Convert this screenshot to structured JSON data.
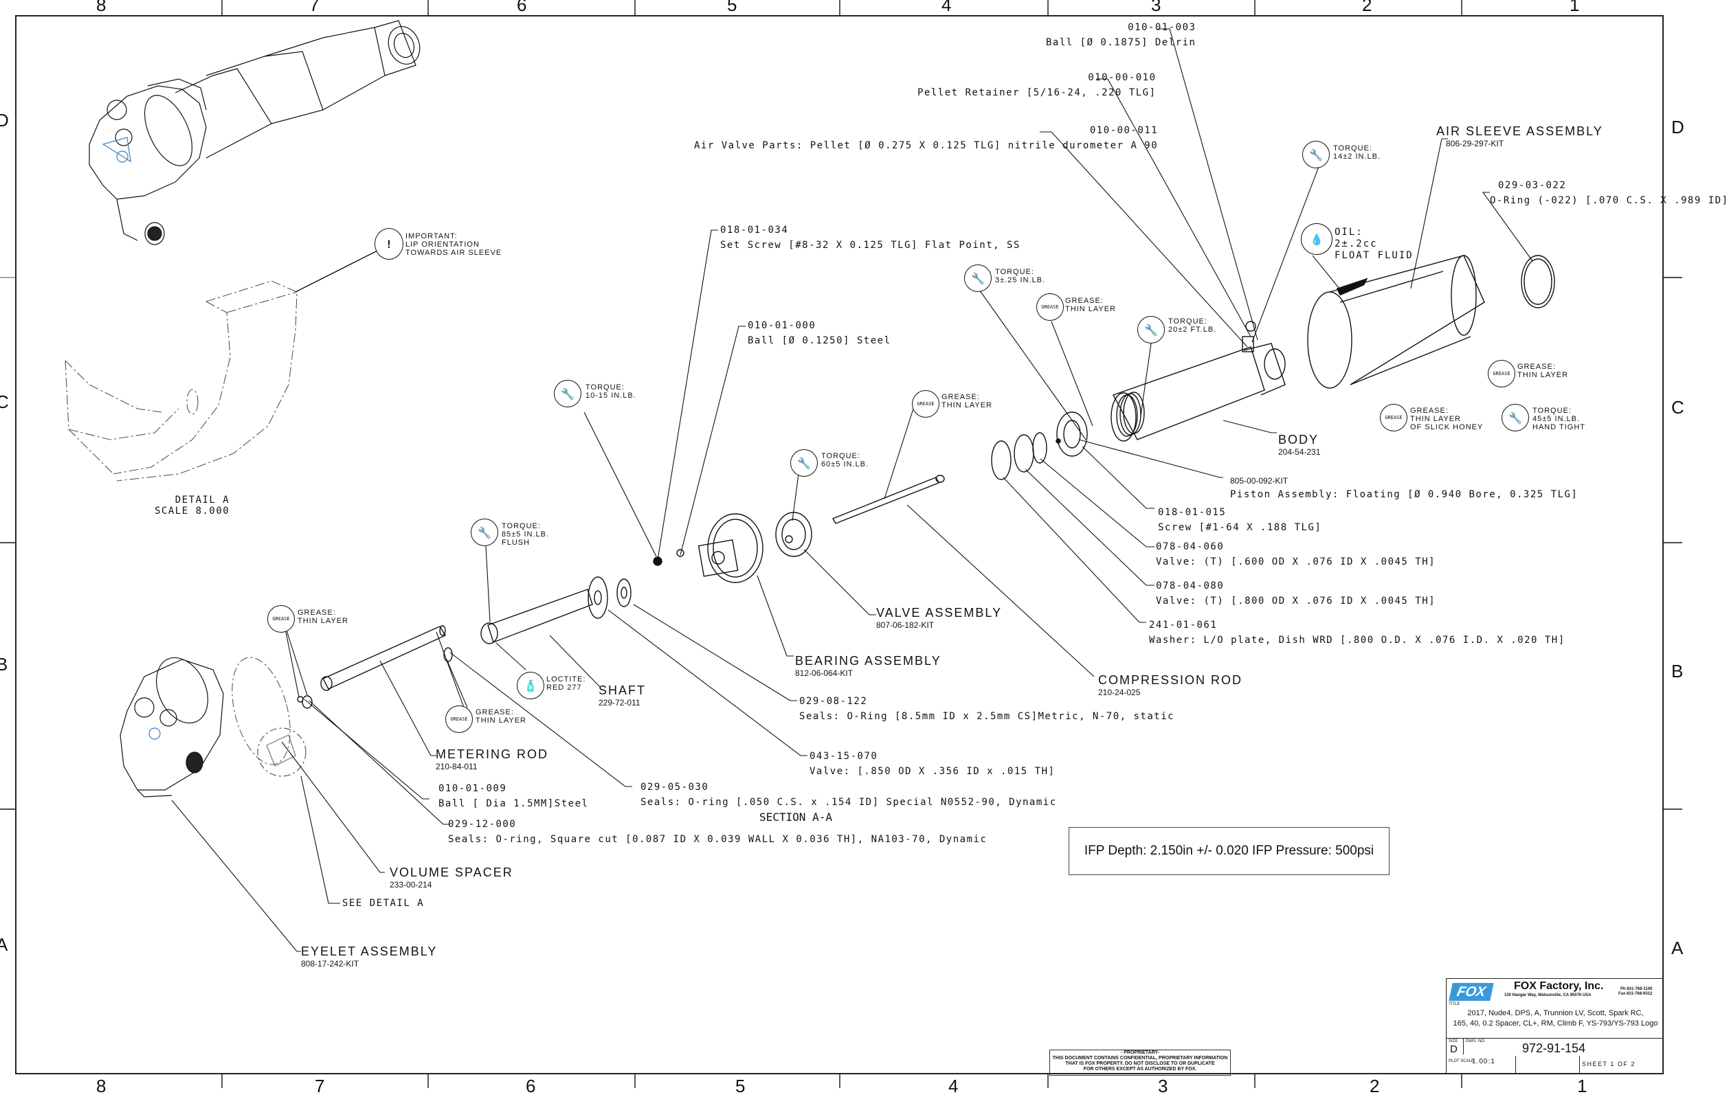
{
  "zones": {
    "top": [
      "8",
      "7",
      "6",
      "5",
      "4",
      "3",
      "2",
      "1"
    ],
    "bottom": [
      "8",
      "7",
      "6",
      "5",
      "4",
      "3",
      "2",
      "1"
    ],
    "left": [
      "D",
      "C",
      "B",
      "A"
    ],
    "right": [
      "D",
      "C",
      "B",
      "A"
    ]
  },
  "callouts": {
    "ball_delrin": {
      "pn": "010-01-003",
      "desc": "Ball [Ø 0.1875] Delrin"
    },
    "pellet_retainer": {
      "pn": "010-00-010",
      "desc": "Pellet Retainer [5/16-24, .220 TLG]"
    },
    "air_valve": {
      "pn": "010-00-011",
      "desc": "Air Valve Parts: Pellet [Ø 0.275 X 0.125 TLG] nitrile durometer A 90"
    },
    "set_screw": {
      "pn": "018-01-034",
      "desc": "Set Screw [#8-32 X 0.125 TLG]  Flat Point, SS"
    },
    "ball_steel": {
      "pn": "010-01-000",
      "desc": "Ball [Ø 0.1250] Steel"
    },
    "oring_022": {
      "pn": "029-03-022",
      "desc": "O-Ring (-022) [.070 C.S. X .989 ID]"
    },
    "piston": {
      "pn": "805-00-092-KIT",
      "desc": "Piston Assembly: Floating [Ø 0.940 Bore, 0.325 TLG]"
    },
    "screw": {
      "pn": "018-01-015",
      "desc": "Screw [#1-64 X .188 TLG]"
    },
    "valve_600": {
      "pn": "078-04-060",
      "desc": "Valve: (T) [.600 OD X .076 ID X .0045 TH]"
    },
    "valve_800": {
      "pn": "078-04-080",
      "desc": "Valve: (T) [.800 OD X .076 ID X .0045 TH]"
    },
    "washer": {
      "pn": "241-01-061",
      "desc": "Washer: L/O plate, Dish WRD [.800 O.D. X .076 I.D. X .020 TH]"
    },
    "seal_0812": {
      "pn": "029-08-122",
      "desc": "Seals: O-Ring [8.5mm ID x 2.5mm CS]Metric, N-70, static"
    },
    "valve_850": {
      "pn": "043-15-070",
      "desc": "Valve: [.850 OD X .356 ID x .015 TH]"
    },
    "seal_0530": {
      "pn": "029-05-030",
      "desc": "Seals: O-ring [.050 C.S. x .154 ID]  Special N0552-90, Dynamic"
    },
    "ball_15": {
      "pn": "010-01-009",
      "desc": "Ball [ Dia 1.5MM]Steel"
    },
    "seal_1200": {
      "pn": "029-12-000",
      "desc": "Seals: O-ring, Square cut [0.087 ID X 0.039 WALL X 0.036 TH], NA103-70, Dynamic"
    }
  },
  "assemblies": {
    "air_sleeve": {
      "name": "AIR SLEEVE ASSEMBLY",
      "pn": "806-29-297-KIT"
    },
    "body": {
      "name": "BODY",
      "pn": "204-54-231"
    },
    "valve": {
      "name": "VALVE ASSEMBLY",
      "pn": "807-06-182-KIT"
    },
    "bearing": {
      "name": "BEARING ASSEMBLY",
      "pn": "812-06-064-KIT"
    },
    "compression_rod": {
      "name": "COMPRESSION ROD",
      "pn": "210-24-025"
    },
    "shaft": {
      "name": "SHAFT",
      "pn": "229-72-011"
    },
    "metering_rod": {
      "name": "METERING ROD",
      "pn": "210-84-011"
    },
    "volume_spacer": {
      "name": "VOLUME SPACER",
      "pn": "233-00-214"
    },
    "eyelet": {
      "name": "EYELET ASSEMBLY",
      "pn": "808-17-242-KIT"
    }
  },
  "notes": {
    "torque_14": [
      "TORQUE:",
      "14±2 IN.LB."
    ],
    "oil": [
      "OIL:",
      "2±.2cc",
      "FLOAT FLUID"
    ],
    "torque_3": [
      "TORQUE:",
      "3±.25 IN.LB."
    ],
    "grease_body": [
      "GREASE:",
      "THIN LAYER"
    ],
    "torque_20": [
      "TORQUE:",
      "20±2 FT.LB."
    ],
    "grease_sleeve": [
      "GREASE:",
      "THIN LAYER"
    ],
    "grease_honey": [
      "GREASE:",
      "THIN LAYER",
      "OF SLICK HONEY"
    ],
    "torque_45": [
      "TORQUE:",
      "45±5 IN.LB.",
      "HAND TIGHT"
    ],
    "torque_10": [
      "TORQUE:",
      "10-15 IN.LB."
    ],
    "grease_rod": [
      "GREASE:",
      "THIN LAYER"
    ],
    "torque_60": [
      "TORQUE:",
      "60±5 IN.LB."
    ],
    "torque_85": [
      "TORQUE:",
      "85±5 IN.LB.",
      "FLUSH"
    ],
    "loctite": [
      "LOCTITE:",
      "RED 277"
    ],
    "grease_metering": [
      "GREASE:",
      "THIN LAYER"
    ],
    "grease_eyelet": [
      "GREASE:",
      "THIN LAYER"
    ],
    "important": [
      "IMPORTANT:",
      "LIP ORIENTATION",
      "TOWARDS AIR SLEEVE"
    ]
  },
  "icons": {
    "torque": "wrench-hand",
    "grease": "GREASE",
    "oil": "drop",
    "loctite": "tube",
    "important": "!"
  },
  "detail": {
    "title": "DETAIL  A",
    "scale": "SCALE  8.000",
    "see": "SEE DETAIL  A"
  },
  "section": "SECTION  A-A",
  "ifp": "IFP Depth: 2.150in +/- 0.020  IFP Pressure: 500psi",
  "proprietary": [
    "- PROPRIETARY-",
    "THIS DOCUMENT CONTAINS CONFIDENTIAL, PROPRIETARY INFORMATION",
    "THAT IS FOX PROPERTY.  DO NOT DISCLOSE TO OR DUPLICATE",
    "FOR OTHERS EXCEPT AS AUTHORIZED BY FOX."
  ],
  "title_block": {
    "logo": "FOX",
    "company": "FOX Factory, Inc.",
    "address": "130 Hangar Way, Watsonville, CA 95076 USA",
    "phone": "Ph 831-768-1100",
    "fax": "Fax 831-768-9312",
    "title_label": "TITLE",
    "title_line1": "2017, Nude4, DPS, A, Trunnion LV, Scott, Spark RC,",
    "title_line2": "165, 40, 0.2 Spacer, CL+, RM, Climb F, YS-793/YS-793 Logo",
    "size_label": "SIZE",
    "size": "D",
    "dwg_label": "DWG. NO.",
    "dwg_no": "972-91-154",
    "plot_label": "PLOT SCALE",
    "plot_scale": "1.00:1",
    "sheet": "SHEET  1 OF 2"
  },
  "colors": {
    "logo_blue": "#3a9ad9",
    "line": "#111111"
  }
}
